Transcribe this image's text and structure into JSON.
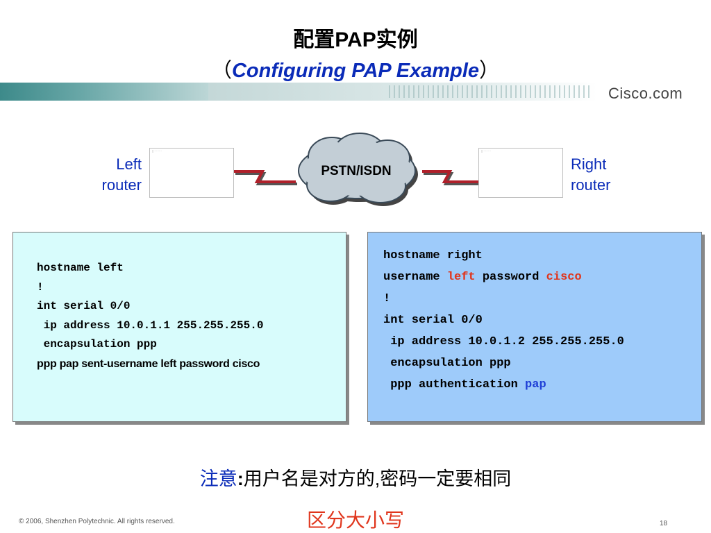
{
  "title": {
    "cn": "配置PAP实例",
    "open_paren": "（",
    "en": "Configuring PAP Example",
    "close_paren": "）"
  },
  "brand": "Cisco.com",
  "diagram": {
    "left_label": [
      "Left",
      "router"
    ],
    "right_label": [
      "Right",
      "router"
    ],
    "cloud_label": "PSTN/ISDN"
  },
  "left_config": {
    "lines": [
      "hostname left",
      "!",
      "int serial 0/0",
      " ip address 10.0.1.1 255.255.255.0",
      " encapsulation ppp"
    ],
    "last_line": "ppp pap sent-username left password cisco"
  },
  "right_config": {
    "line1": "hostname right",
    "line2": {
      "a": "username ",
      "b": "left",
      "c": " password ",
      "d": "cisco"
    },
    "line3": "!",
    "line4": "int serial 0/0",
    "line5": " ip address 10.0.1.2 255.255.255.0",
    "line6": " encapsulation ppp",
    "line7": {
      "a": " ppp authentication ",
      "b": "pap"
    }
  },
  "note": {
    "head": "注意",
    "colon": ":",
    "body": "用户名是对方的,密码一定要相同"
  },
  "case_note": "区分大小写",
  "footer": {
    "copyright": "© 2006, Shenzhen Polytechnic. All rights reserved.",
    "page": "18"
  },
  "colors": {
    "title_blue": "#0a2bb8",
    "highlight_red": "#e0351c",
    "highlight_blue": "#1f3fd6",
    "left_panel_bg": "#d8fcfc",
    "right_panel_bg": "#9ecbfa"
  }
}
